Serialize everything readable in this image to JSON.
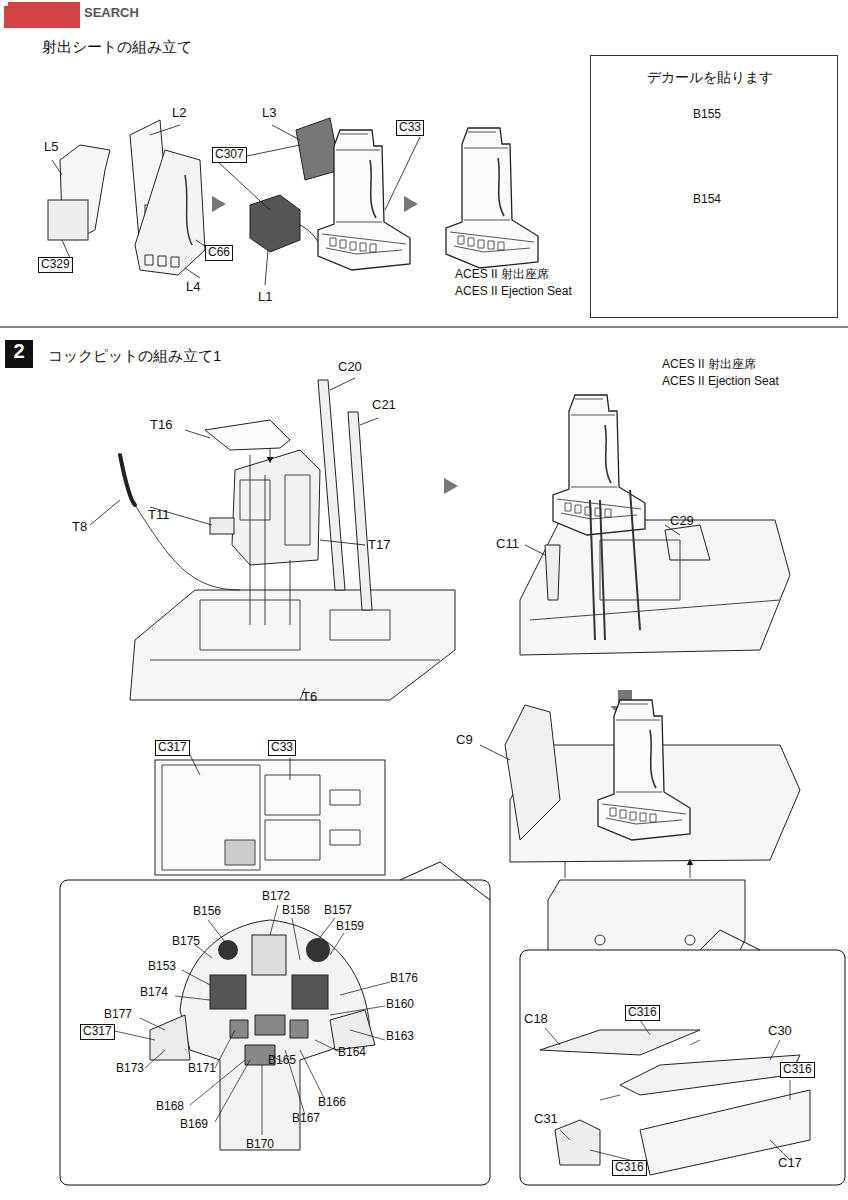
{
  "diagram": {
    "title": "射出シートの組み立て",
    "nodes": [
      {
        "text": [
          "デカールを貼ります"
        ]
      },
      {
        "text": [
          "C329"
        ]
      },
      {
        "text": [
          "C66"
        ]
      },
      {
        "text": [
          "C307"
        ]
      },
      {
        "text": [
          "C33"
        ]
      },
      {
        "text": [
          "2"
        ]
      },
      {
        "text": [
          "C317"
        ]
      },
      {
        "text": [
          "C33"
        ]
      },
      {
        "text": [
          "C317"
        ]
      },
      {
        "text": [
          "C316"
        ]
      },
      {
        "text": [
          "C316"
        ]
      },
      {
        "text": [
          "C316"
        ]
      }
    ],
    "labels": [
      "SEARCH",
      "L5",
      "L2",
      "L3",
      "L1",
      "L4",
      "ACES II 射出座席",
      "ACES II Ejection Seat",
      "B155",
      "B154",
      "コックピットの組み立て1",
      "C20",
      "C21",
      "T16",
      "T8",
      "T11",
      "T17",
      "T6",
      "ACES II 射出座席",
      "ACES II Ejection Seat",
      "C29",
      "C11",
      "C9",
      "B172",
      "B156",
      "B158",
      "B157",
      "B159",
      "B175",
      "B153",
      "B176",
      "B174",
      "B160",
      "B177",
      "B163",
      "B173",
      "B171",
      "B165",
      "B164",
      "B168",
      "B166",
      "B169",
      "B167",
      "B170",
      "C18",
      "C30",
      "C17",
      "C31"
    ]
  }
}
